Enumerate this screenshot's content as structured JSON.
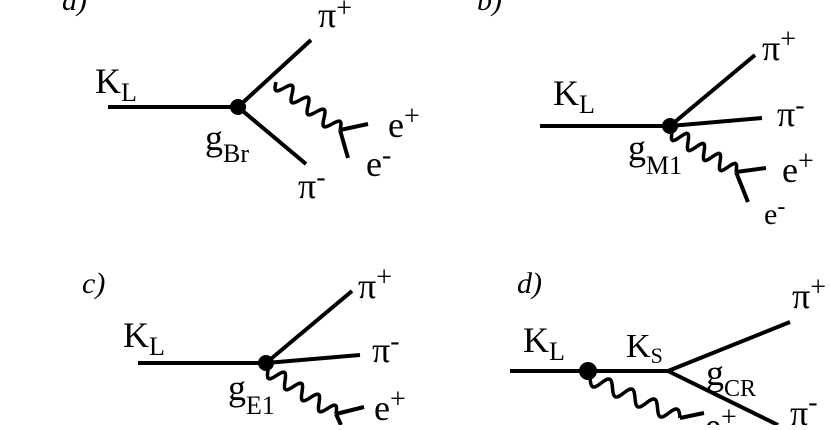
{
  "diagrams": [
    {
      "panel_label": "a)",
      "incoming": "K",
      "incoming_sub": "L",
      "coupling": "g",
      "coupling_sub": "Br",
      "pi_plus": "π",
      "pi_plus_sup": "+",
      "pi_minus": "π",
      "pi_minus_sup": "-",
      "e_plus": "e",
      "e_plus_sup": "+",
      "e_minus": "e",
      "e_minus_sup": "-"
    },
    {
      "panel_label": "b)",
      "incoming": "K",
      "incoming_sub": "L",
      "coupling": "g",
      "coupling_sub": "M1",
      "pi_plus": "π",
      "pi_plus_sup": "+",
      "pi_minus": "π",
      "pi_minus_sup": "-",
      "e_plus": "e",
      "e_plus_sup": "+",
      "e_minus": "e",
      "e_minus_sup": "-"
    },
    {
      "panel_label": "c)",
      "incoming": "K",
      "incoming_sub": "L",
      "coupling": "g",
      "coupling_sub": "E1",
      "pi_plus": "π",
      "pi_plus_sup": "+",
      "pi_minus": "π",
      "pi_minus_sup": "-",
      "e_plus": "e",
      "e_plus_sup": "+"
    },
    {
      "panel_label": "d)",
      "incoming": "K",
      "incoming_sub": "L",
      "intermediate": "K",
      "intermediate_sub": "S",
      "coupling": "g",
      "coupling_sub": "CR",
      "pi_plus": "π",
      "pi_plus_sup": "+",
      "pi_minus": "π",
      "pi_minus_sup": "-",
      "e_plus": "e",
      "e_plus_sup": "+"
    }
  ]
}
